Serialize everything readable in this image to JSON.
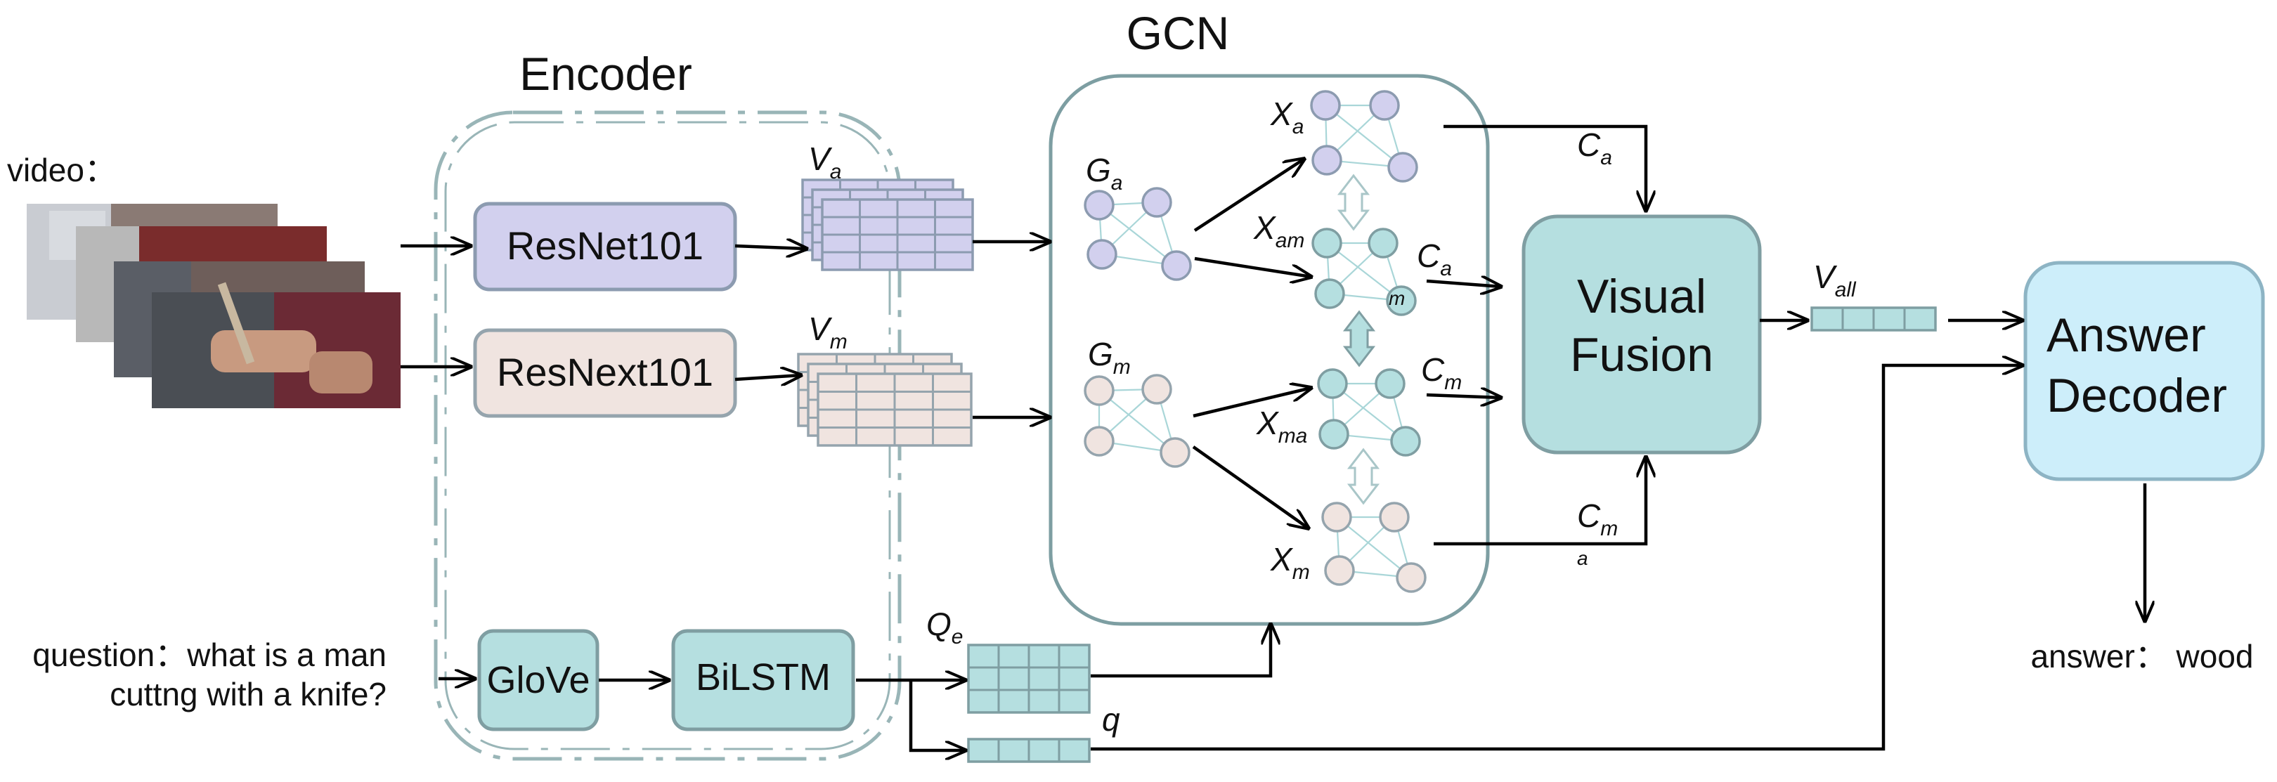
{
  "labels": {
    "encoder": "Encoder",
    "gcn": "GCN",
    "video": "video：",
    "question_line1": "question：what is a man",
    "question_line2": "cuttng with a knife?",
    "answer": "answer： wood"
  },
  "blocks": {
    "resnet": "ResNet101",
    "resnext": "ResNext101",
    "glove": "GloVe",
    "bilstm": "BiLSTM",
    "visual_fusion_1": "Visual",
    "visual_fusion_2": "Fusion",
    "answer_decoder_1": "Answer",
    "answer_decoder_2": "Decoder"
  },
  "symbols": {
    "va": {
      "base": "V",
      "sub": "a"
    },
    "vm": {
      "base": "V",
      "sub": "m"
    },
    "ga": {
      "base": "G",
      "sub": "a"
    },
    "gm": {
      "base": "G",
      "sub": "m"
    },
    "xa": {
      "base": "X",
      "sub": "a"
    },
    "xam": {
      "base": "X",
      "sub": "am"
    },
    "xma": {
      "base": "X",
      "sub": "ma"
    },
    "xm": {
      "base": "X",
      "sub": "m"
    },
    "ca_top": {
      "base": "C",
      "sub": "a"
    },
    "ca_mid": {
      "base": "C",
      "sub": "a",
      "extra": "m"
    },
    "cm_mid": {
      "base": "C",
      "sub": "m"
    },
    "cm_bot": {
      "base": "C",
      "sub": "m",
      "extra": "a"
    },
    "qe": {
      "base": "Q",
      "sub": "e"
    },
    "q": {
      "base": "q"
    },
    "vall": {
      "base": "V",
      "sub": "all"
    }
  },
  "colors": {
    "lavender_fill": "#d2d0ee",
    "lavender_stroke": "#8c9bb0",
    "pink_fill": "#f0e4e0",
    "pink_stroke": "#95a4ad",
    "teal_fill": "#b5dfe0",
    "teal_stroke": "#7f9ea2",
    "lightblue_fill": "#cdeefa",
    "lightblue_stroke": "#8db4c4",
    "panel_stroke": "#7d9ea2",
    "dash_stroke": "#99b5b7"
  }
}
